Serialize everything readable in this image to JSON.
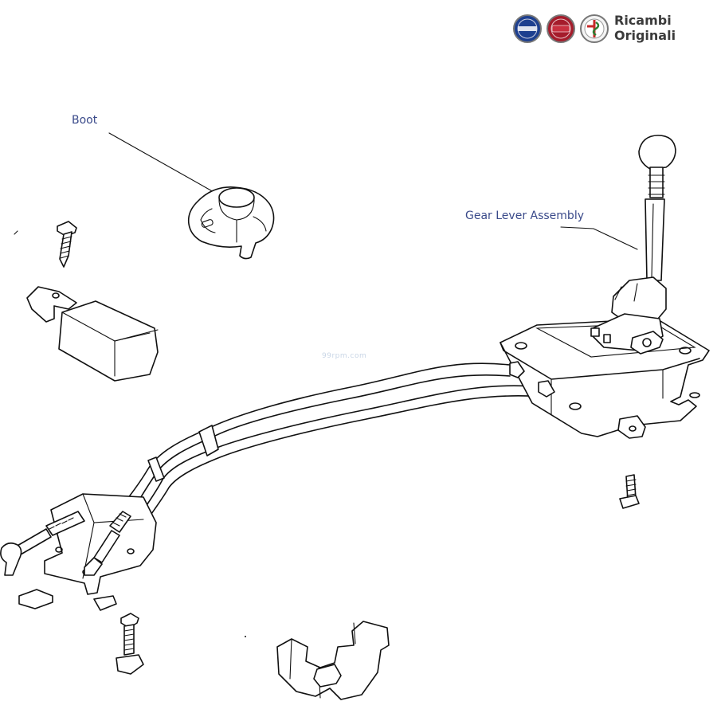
{
  "brand": {
    "line1": "Ricambi",
    "line2": "Originali",
    "logos": [
      "lancia-logo",
      "fiat-logo",
      "alfa-romeo-logo"
    ],
    "colors": {
      "lancia": "#1d3f8f",
      "fiat": "#a51c2b",
      "alfa": "#2e7d32",
      "text": "#3b3b3b"
    }
  },
  "callouts": {
    "boot": "Boot",
    "gear_lever_assembly": "Gear Lever Assembly",
    "color": "#3a4a8a"
  },
  "watermark": "99rpm.com"
}
